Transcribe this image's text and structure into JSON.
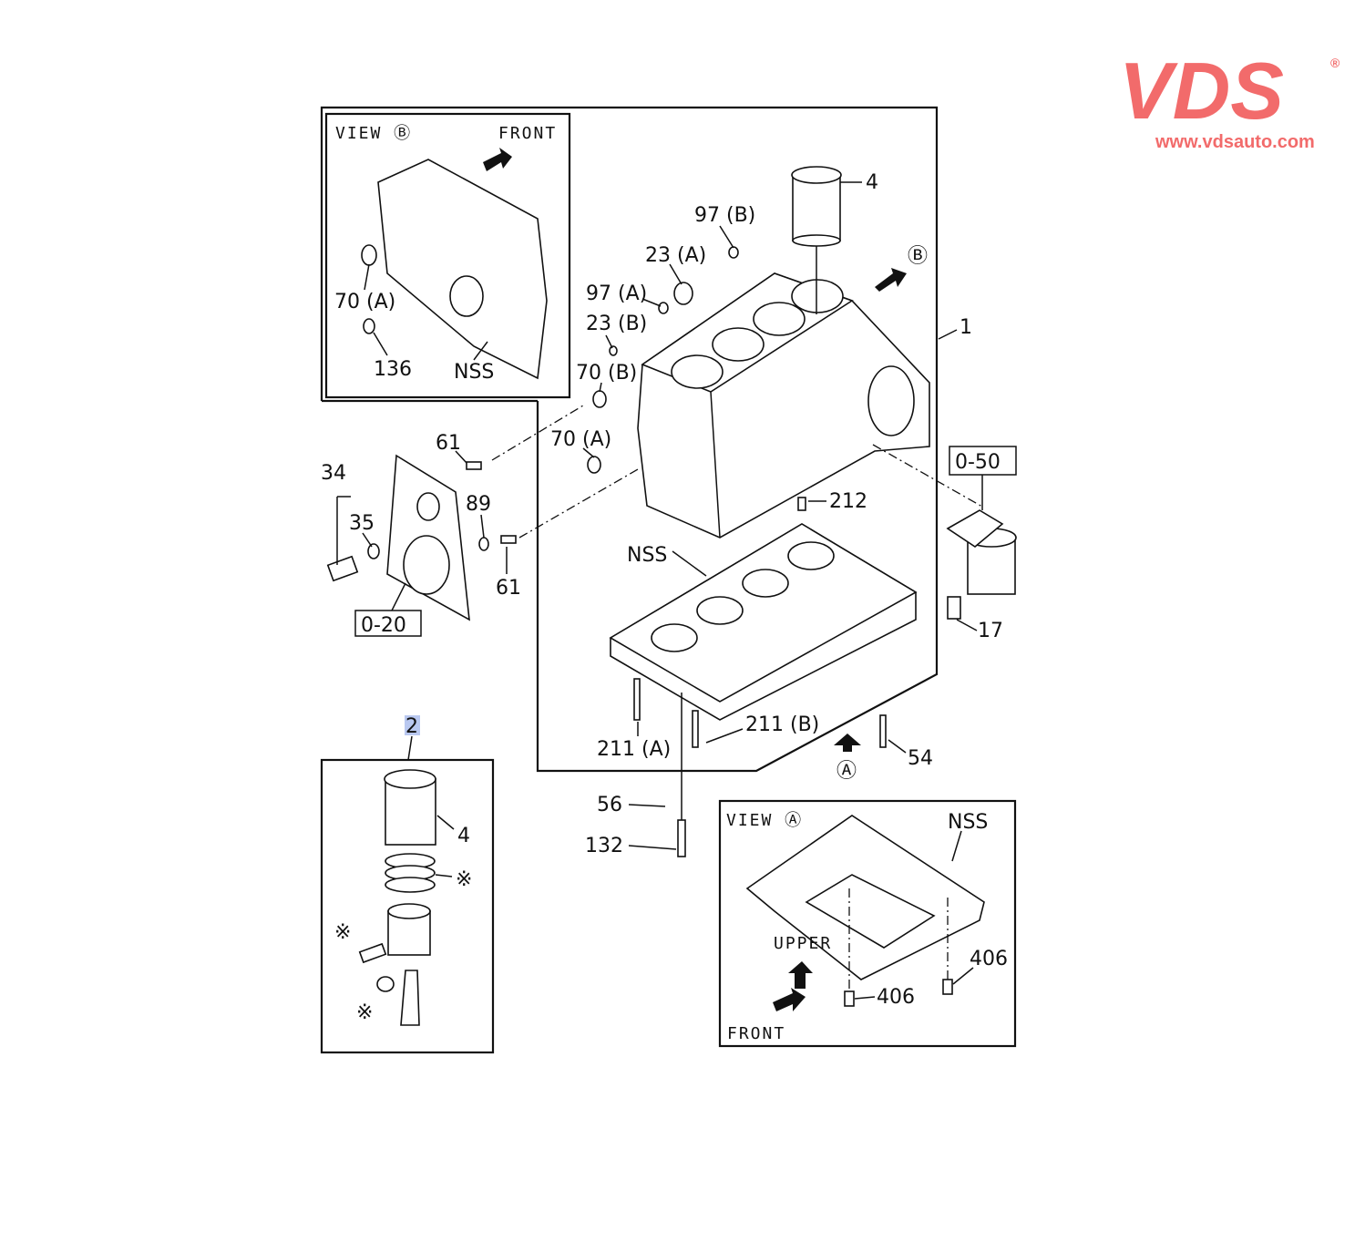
{
  "brand": {
    "logo_text": "VDS",
    "registered": "®",
    "url": "www.vdsauto.com",
    "color": "#f26b6b"
  },
  "view_b": {
    "title": "VIEW Ⓑ",
    "front": "FRONT",
    "labels": [
      "70 (A)",
      "136",
      "NSS"
    ]
  },
  "view_a": {
    "title": "VIEW Ⓐ",
    "nss": "NSS",
    "upper": "UPPER",
    "front": "FRONT",
    "labels": [
      "406",
      "406"
    ]
  },
  "callouts": {
    "c4": "4",
    "c97b": "97 (B)",
    "c23a": "23 (A)",
    "markB": "Ⓑ",
    "c97a": "97 (A)",
    "c23b": "23 (B)",
    "c70b": "70 (B)",
    "c1": "1",
    "c61a": "61",
    "c70a": "70 (A)",
    "c34": "34",
    "c35": "35",
    "c89": "89",
    "c61b": "61",
    "c020": "0-20",
    "c050": "0-50",
    "c212": "212",
    "nss": "NSS",
    "c17": "17",
    "c2": "2",
    "c211b": "211 (B)",
    "c211a": "211 (A)",
    "c54": "54",
    "markA": "Ⓐ",
    "c56": "56",
    "c132": "132"
  },
  "piston_kit": {
    "c4": "4",
    "star1": "※",
    "star2": "※",
    "star3": "※"
  }
}
